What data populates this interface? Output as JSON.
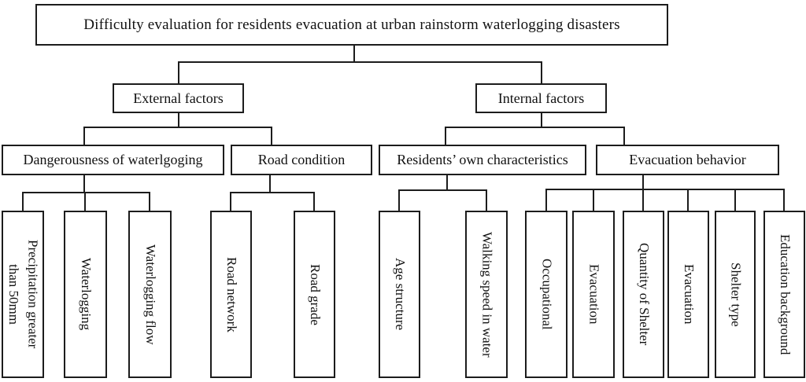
{
  "colors": {
    "line": "#1c1c1c",
    "background": "#ffffff",
    "text": "#111111"
  },
  "nodes": {
    "root": {
      "label": "Difficulty evaluation for residents evacuation at urban rainstorm waterlogging disasters"
    },
    "external": {
      "label": "External factors"
    },
    "internal": {
      "label": "Internal factors"
    },
    "dangerousness": {
      "label": "Dangerousness of waterlgoging"
    },
    "road_condition": {
      "label": "Road condition"
    },
    "residents": {
      "label": "Residents’ own characteristics"
    },
    "evacuation_behavior": {
      "label": "Evacuation behavior"
    },
    "precipitation": {
      "label": "Precipitation greater\nthan 50mm"
    },
    "waterlogging": {
      "label": "Waterlogging"
    },
    "waterlogging_flow": {
      "label": "Waterlogging flow"
    },
    "road_network": {
      "label": "Road network"
    },
    "road_grade": {
      "label": "Road grade"
    },
    "age_structure": {
      "label": "Age structure"
    },
    "walking_speed": {
      "label": "Walking speed in water"
    },
    "occupational": {
      "label": "Occupational"
    },
    "evacuation_1": {
      "label": "Evacuation"
    },
    "quantity_of_shelter": {
      "label": "Quantity of Shelter"
    },
    "evacuation_2": {
      "label": "Evacuation"
    },
    "shelter_type": {
      "label": "Shelter type"
    },
    "education_background": {
      "label": "Education background"
    }
  },
  "hierarchy": {
    "root": [
      "external",
      "internal"
    ],
    "external": [
      "dangerousness",
      "road_condition"
    ],
    "internal": [
      "residents",
      "evacuation_behavior"
    ],
    "dangerousness": [
      "precipitation",
      "waterlogging",
      "waterlogging_flow"
    ],
    "road_condition": [
      "road_network",
      "road_grade"
    ],
    "residents": [
      "age_structure",
      "walking_speed"
    ],
    "evacuation_behavior": [
      "occupational",
      "evacuation_1",
      "quantity_of_shelter",
      "evacuation_2",
      "shelter_type",
      "education_background"
    ]
  }
}
